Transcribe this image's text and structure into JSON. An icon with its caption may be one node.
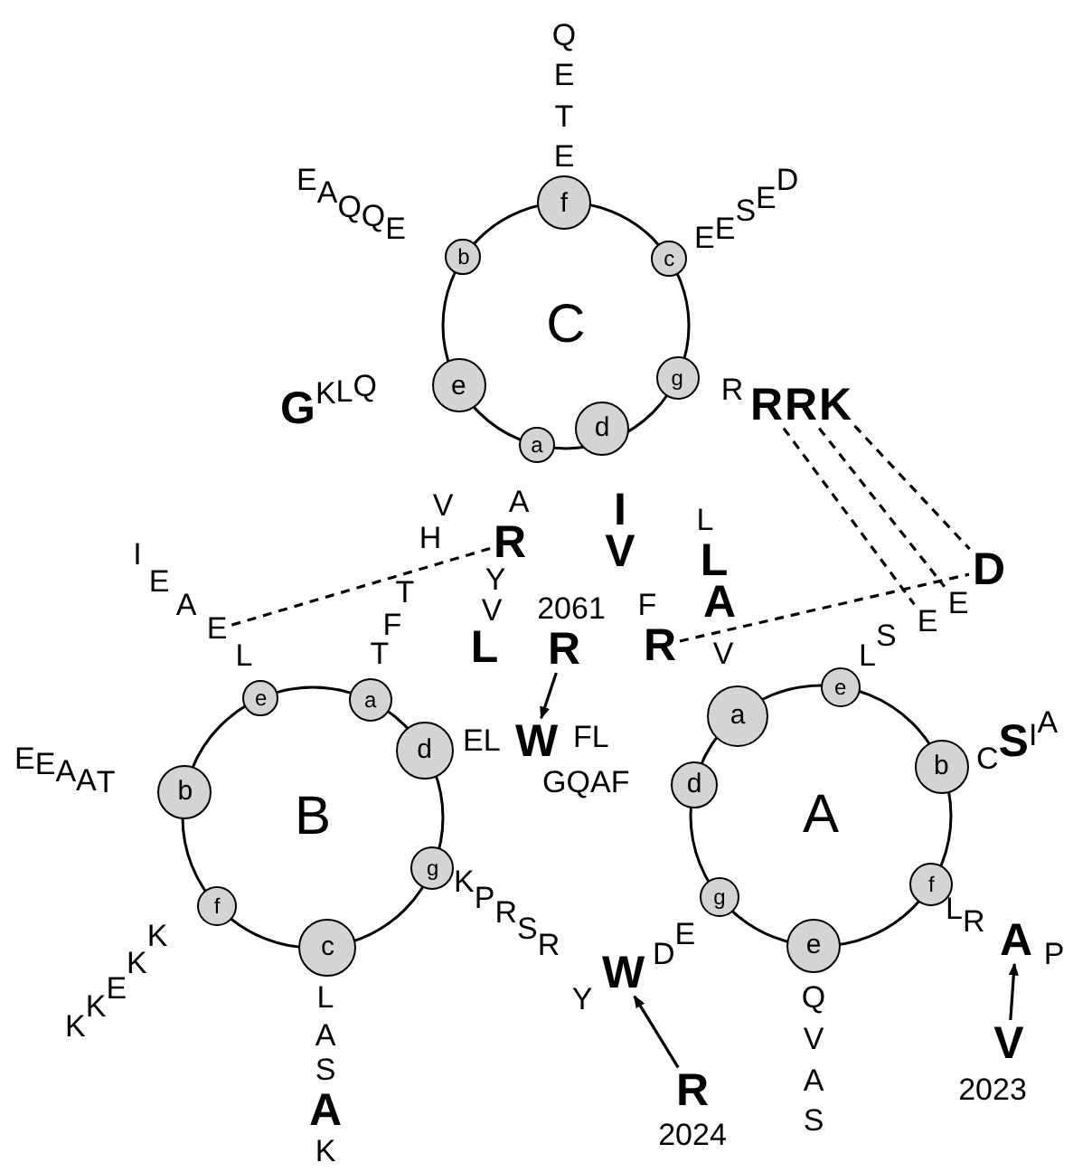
{
  "diagram": {
    "nodes": [
      {
        "text": [
          "C"
        ]
      },
      {
        "text": [
          "f"
        ],
        "in": 0
      },
      {
        "text": [
          "b"
        ],
        "in": 0
      },
      {
        "text": [
          "c"
        ],
        "in": 0
      },
      {
        "text": [
          "e"
        ],
        "in": 0
      },
      {
        "text": [
          "g"
        ],
        "in": 0
      },
      {
        "text": [
          "a"
        ],
        "in": 0
      },
      {
        "text": [
          "d"
        ],
        "in": 0
      },
      {
        "text": [
          "R"
        ]
      },
      {
        "text": [
          "R"
        ]
      },
      {
        "text": [
          "K"
        ]
      },
      {
        "text": [
          "R"
        ]
      },
      {
        "text": [
          "E"
        ]
      },
      {
        "text": [
          "R"
        ],
        "beside": [
          "2061"
        ]
      },
      {
        "text": [
          "R"
        ]
      },
      {
        "text": [
          "D"
        ]
      },
      {
        "text": [
          "E"
        ]
      },
      {
        "text": [
          "E"
        ]
      },
      {
        "text": [
          "B"
        ]
      },
      {
        "text": [
          "e"
        ],
        "in": 18
      },
      {
        "text": [
          "a"
        ],
        "in": 18
      },
      {
        "text": [
          "b"
        ],
        "in": 18
      },
      {
        "text": [
          "d"
        ],
        "in": 18
      },
      {
        "text": [
          "g"
        ],
        "in": 18
      },
      {
        "text": [
          "f"
        ],
        "in": 18
      },
      {
        "text": [
          "c"
        ],
        "in": 18
      },
      {
        "text": [
          "W"
        ]
      },
      {
        "text": [
          "A"
        ]
      },
      {
        "text": [
          "a"
        ],
        "in": 27
      },
      {
        "text": [
          "e"
        ],
        "in": 27
      },
      {
        "text": [
          "b"
        ],
        "in": 27
      },
      {
        "text": [
          "d"
        ],
        "in": 27
      },
      {
        "text": [
          "f"
        ],
        "in": 27
      },
      {
        "text": [
          "g"
        ],
        "in": 27
      },
      {
        "text": [
          "e"
        ],
        "in": 27
      },
      {
        "text": [
          "W"
        ]
      },
      {
        "text": [
          "R"
        ],
        "beside": [
          "2024"
        ]
      },
      {
        "text": [
          "A"
        ]
      },
      {
        "text": [
          "V"
        ],
        "beside": [
          "2023"
        ]
      }
    ],
    "edges": [
      {
        "from": 11,
        "to": 12,
        "arrow": "none",
        "style": "dashed"
      },
      {
        "from": 8,
        "to": 17,
        "arrow": "none",
        "style": "dashed"
      },
      {
        "from": 9,
        "to": 16,
        "arrow": "none",
        "style": "dashed"
      },
      {
        "from": 10,
        "to": 15,
        "arrow": "none",
        "style": "dashed"
      },
      {
        "from": 14,
        "to": 15,
        "arrow": "none",
        "style": "dashed"
      },
      {
        "from": 13,
        "to": 26,
        "arrow": "to"
      },
      {
        "from": 36,
        "to": 35,
        "arrow": "to"
      },
      {
        "from": 38,
        "to": 37,
        "arrow": "to"
      }
    ],
    "labels": [
      "QETE",
      "EAQQE",
      "EESED",
      "**G**KLQ",
      "R",
      "A",
      "YV**L**",
      "VHTFT",
      "**IV**F",
      "L**LA**V",
      "LS",
      "IEA",
      "L",
      "EEAAT",
      "EL",
      "FL",
      "GQAF",
      "C**S**IA",
      "KKEKK",
      "LAS**A**K",
      "KPRSR",
      "Y",
      "DE",
      "QVAS",
      "LR",
      "P"
    ]
  }
}
